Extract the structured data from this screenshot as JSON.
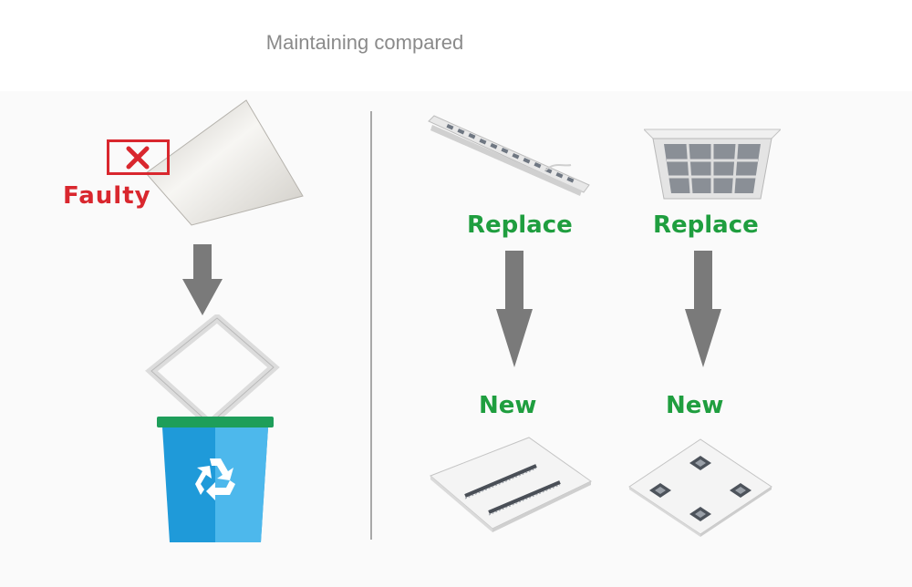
{
  "title": "Maintaining compared",
  "left": {
    "faulty_label": "Faulty",
    "mark_icon": "cross-mark-icon",
    "bin_icon": "recycle-icon"
  },
  "right": {
    "columns": [
      {
        "replace_label": "Replace",
        "new_label": "New"
      },
      {
        "replace_label": "Replace",
        "new_label": "New"
      }
    ]
  },
  "colors": {
    "faulty_red": "#d9272e",
    "label_green": "#1f9e3f",
    "arrow_gray": "#7a7a7a",
    "bin_blue": "#1f9ad9",
    "bin_lid_green": "#1e9e5a"
  }
}
